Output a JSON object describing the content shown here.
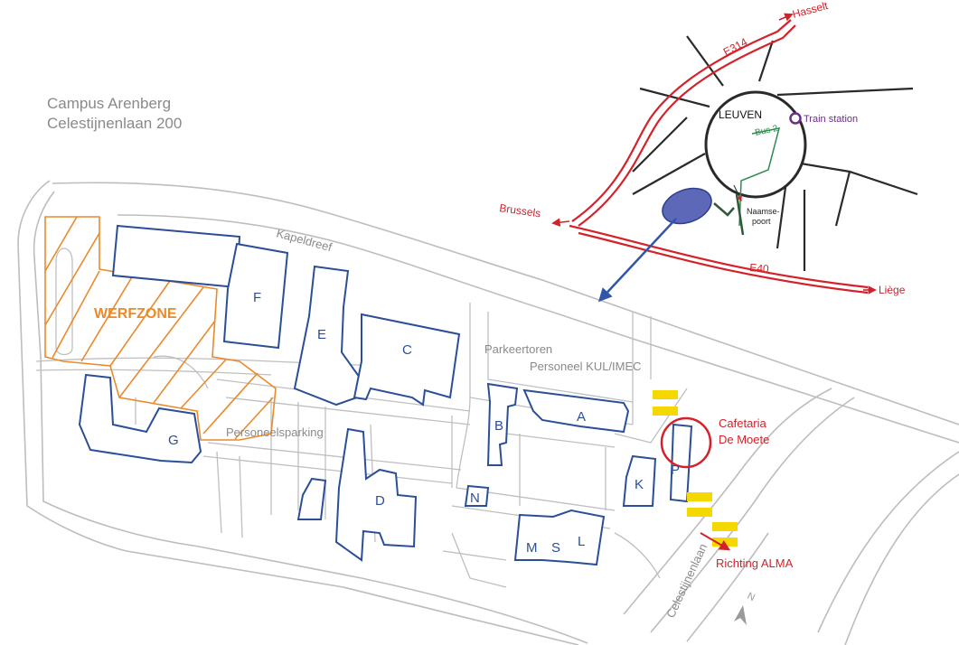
{
  "title": {
    "line1": "Campus Arenberg",
    "line2": "Celestijnenlaan 200"
  },
  "colors": {
    "building_stroke": "#2b4f96",
    "werfzone": "#e98a2c",
    "road_grey": "#bdbdbd",
    "highway_red": "#d3222a",
    "parking_yellow": "#f5d800",
    "train_purple": "#6b2d86",
    "bus_green": "#2f8a4f",
    "arrow_blue": "#2f56a8",
    "campus_blob": "#5d68b8"
  },
  "campus": {
    "werfzone_label": "WERFZONE",
    "streets": {
      "kapeldreef": "Kapeldreef",
      "celestijnenlaan": "Celestijnenlaan"
    },
    "areas": {
      "parkeertoren": "Parkeertoren",
      "personeel": "Personeel KUL/IMEC",
      "personeelsparking": "Personeelsparking"
    },
    "buildings": {
      "A": "A",
      "B": "B",
      "C": "C",
      "D": "D",
      "E": "E",
      "F": "F",
      "G": "G",
      "K": "K",
      "L": "L",
      "M": "M",
      "N": "N",
      "P": "P",
      "S": "S"
    },
    "cafetaria_line1": "Cafetaria",
    "cafetaria_line2": "De Moete",
    "richting": "Richting ALMA",
    "north": "N"
  },
  "inset": {
    "city": "LEUVEN",
    "train_station": "Train station",
    "bus": "Bus 2",
    "naamse_line1": "Naamse-",
    "naamse_line2": "poort",
    "e314": "E314",
    "e40": "E40",
    "hasselt": "Hasselt",
    "brussels": "Brussels",
    "liege": "Liège"
  }
}
